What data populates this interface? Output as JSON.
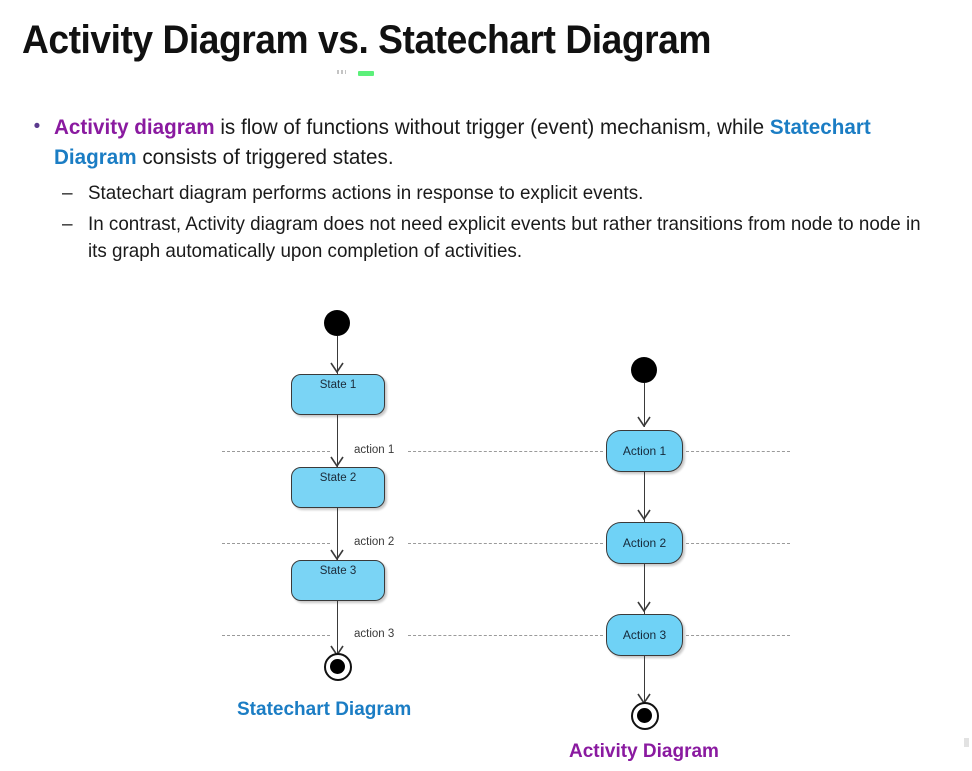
{
  "slide": {
    "title": "Activity Diagram vs. Statechart Diagram"
  },
  "bullets": {
    "marker": "•",
    "main": {
      "part1": "Activity diagram",
      "part2": " is flow of functions without trigger (event) mechanism, while ",
      "part3": "Statechart Diagram",
      "part4": " consists of triggered states."
    },
    "sub_marker": "–",
    "sub": [
      "Statechart diagram performs actions in response to explicit events.",
      "In contrast, Activity diagram does not need explicit events but rather transitions from node to node in its graph automatically upon completion of activities."
    ]
  },
  "statechart": {
    "caption": "Statechart Diagram",
    "states": [
      "State 1",
      "State 2",
      "State 3"
    ],
    "transitions": [
      "action 1",
      "action 2",
      "action 3"
    ],
    "start_node": "initial-state-node",
    "end_node": "final-state-node"
  },
  "activity": {
    "caption": "Activity Diagram",
    "actions": [
      "Action 1",
      "Action 2",
      "Action 3"
    ],
    "start_node": "initial-activity-node",
    "end_node": "final-activity-node"
  },
  "colors": {
    "purple": "#8a1aa0",
    "blue": "#1b7dc4",
    "node_fill": "#7ad4f5",
    "node_border": "#3a3a3a",
    "dashed": "#9a9a9a",
    "green_mark": "#5cf07a"
  }
}
